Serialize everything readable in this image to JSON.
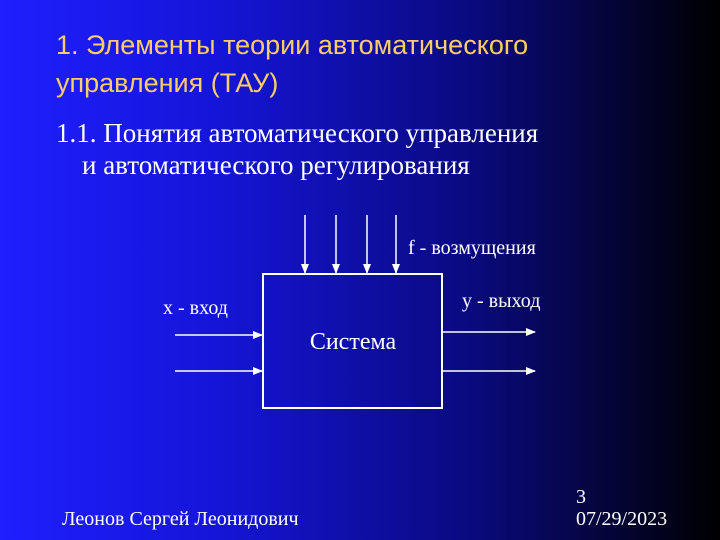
{
  "slide": {
    "title_line1": "1. Элементы теории автоматического",
    "title_line2": "управления (ТАУ)",
    "subtitle_line1": "1.1. Понятия автоматического управления",
    "subtitle_line2": "и автоматического регулирования",
    "footer_author": "Леонов Сергей Леонидович",
    "slide_number": "3",
    "date": "07/29/2023"
  },
  "diagram": {
    "box_label": "Система",
    "disturbance_label": "f - возмущения",
    "input_label": "x - вход",
    "output_label": "y - выход",
    "disturbance_arrow_count": 4,
    "input_arrow_count": 2,
    "output_arrow_count": 2
  },
  "colors": {
    "title": "#ffcc66",
    "text": "#ffffff",
    "background_left": "#1f1fff",
    "background_right": "#000000"
  }
}
